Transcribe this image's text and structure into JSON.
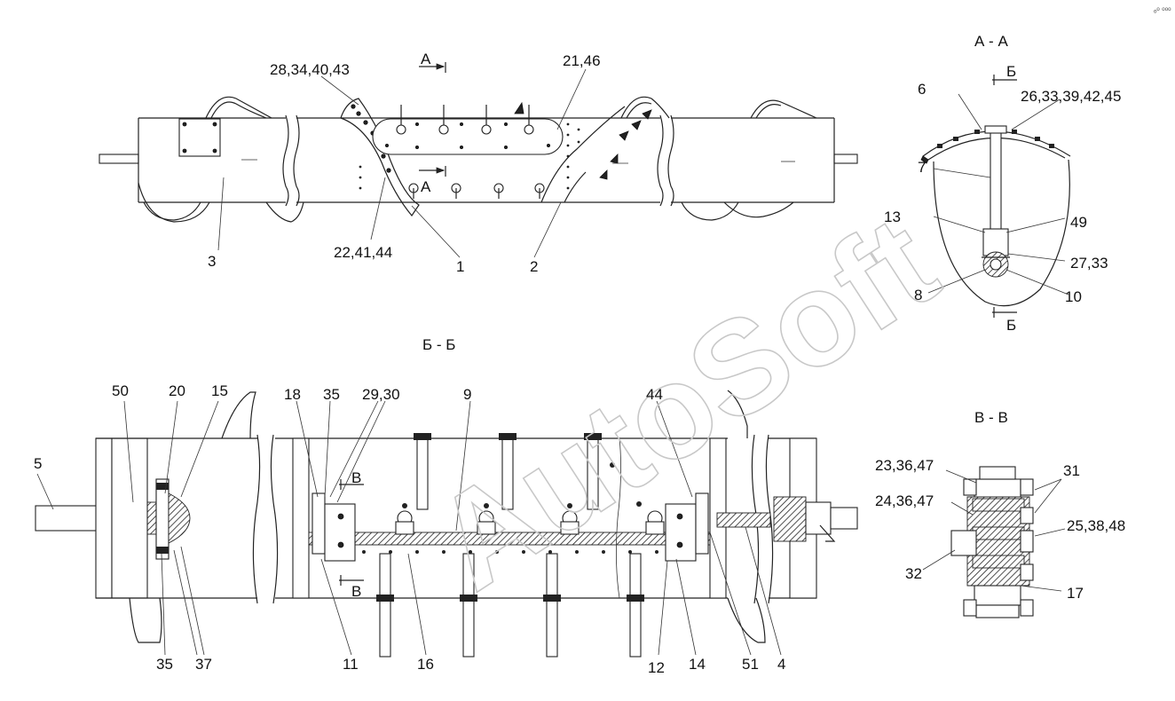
{
  "watermark": "AutoSoft",
  "corner_mark": "ₒᵒ ᵒᵒᵒ",
  "sections": {
    "aa": "А - А",
    "bb": "Б - Б",
    "vv": "В - В"
  },
  "cut_marks": {
    "a_top": "А",
    "a_bottom": "А",
    "b_top": "Б",
    "b_bottom": "Б",
    "v_top": "В",
    "v_bottom": "В"
  },
  "labels": {
    "l_28_34_40_43": "28,34,40,43",
    "l_21_46": "21,46",
    "l_3": "3",
    "l_22_41_44": "22,41,44",
    "l_1": "1",
    "l_2": "2",
    "l_6": "6",
    "l_26_33_39_42_45": "26,33,39,42,45",
    "l_7": "7",
    "l_13": "13",
    "l_49": "49",
    "l_27_33": "27,33",
    "l_8": "8",
    "l_10": "10",
    "l_50": "50",
    "l_20": "20",
    "l_15": "15",
    "l_18": "18",
    "l_35_top": "35",
    "l_29_30": "29,30",
    "l_9": "9",
    "l_44": "44",
    "l_5": "5",
    "l_35_bottom": "35",
    "l_37": "37",
    "l_11": "11",
    "l_16": "16",
    "l_12": "12",
    "l_14": "14",
    "l_51": "51",
    "l_4": "4",
    "l_23_36_47": "23,36,47",
    "l_31": "31",
    "l_24_36_47": "24,36,47",
    "l_25_38_48": "25,38,48",
    "l_32": "32",
    "l_17": "17"
  }
}
